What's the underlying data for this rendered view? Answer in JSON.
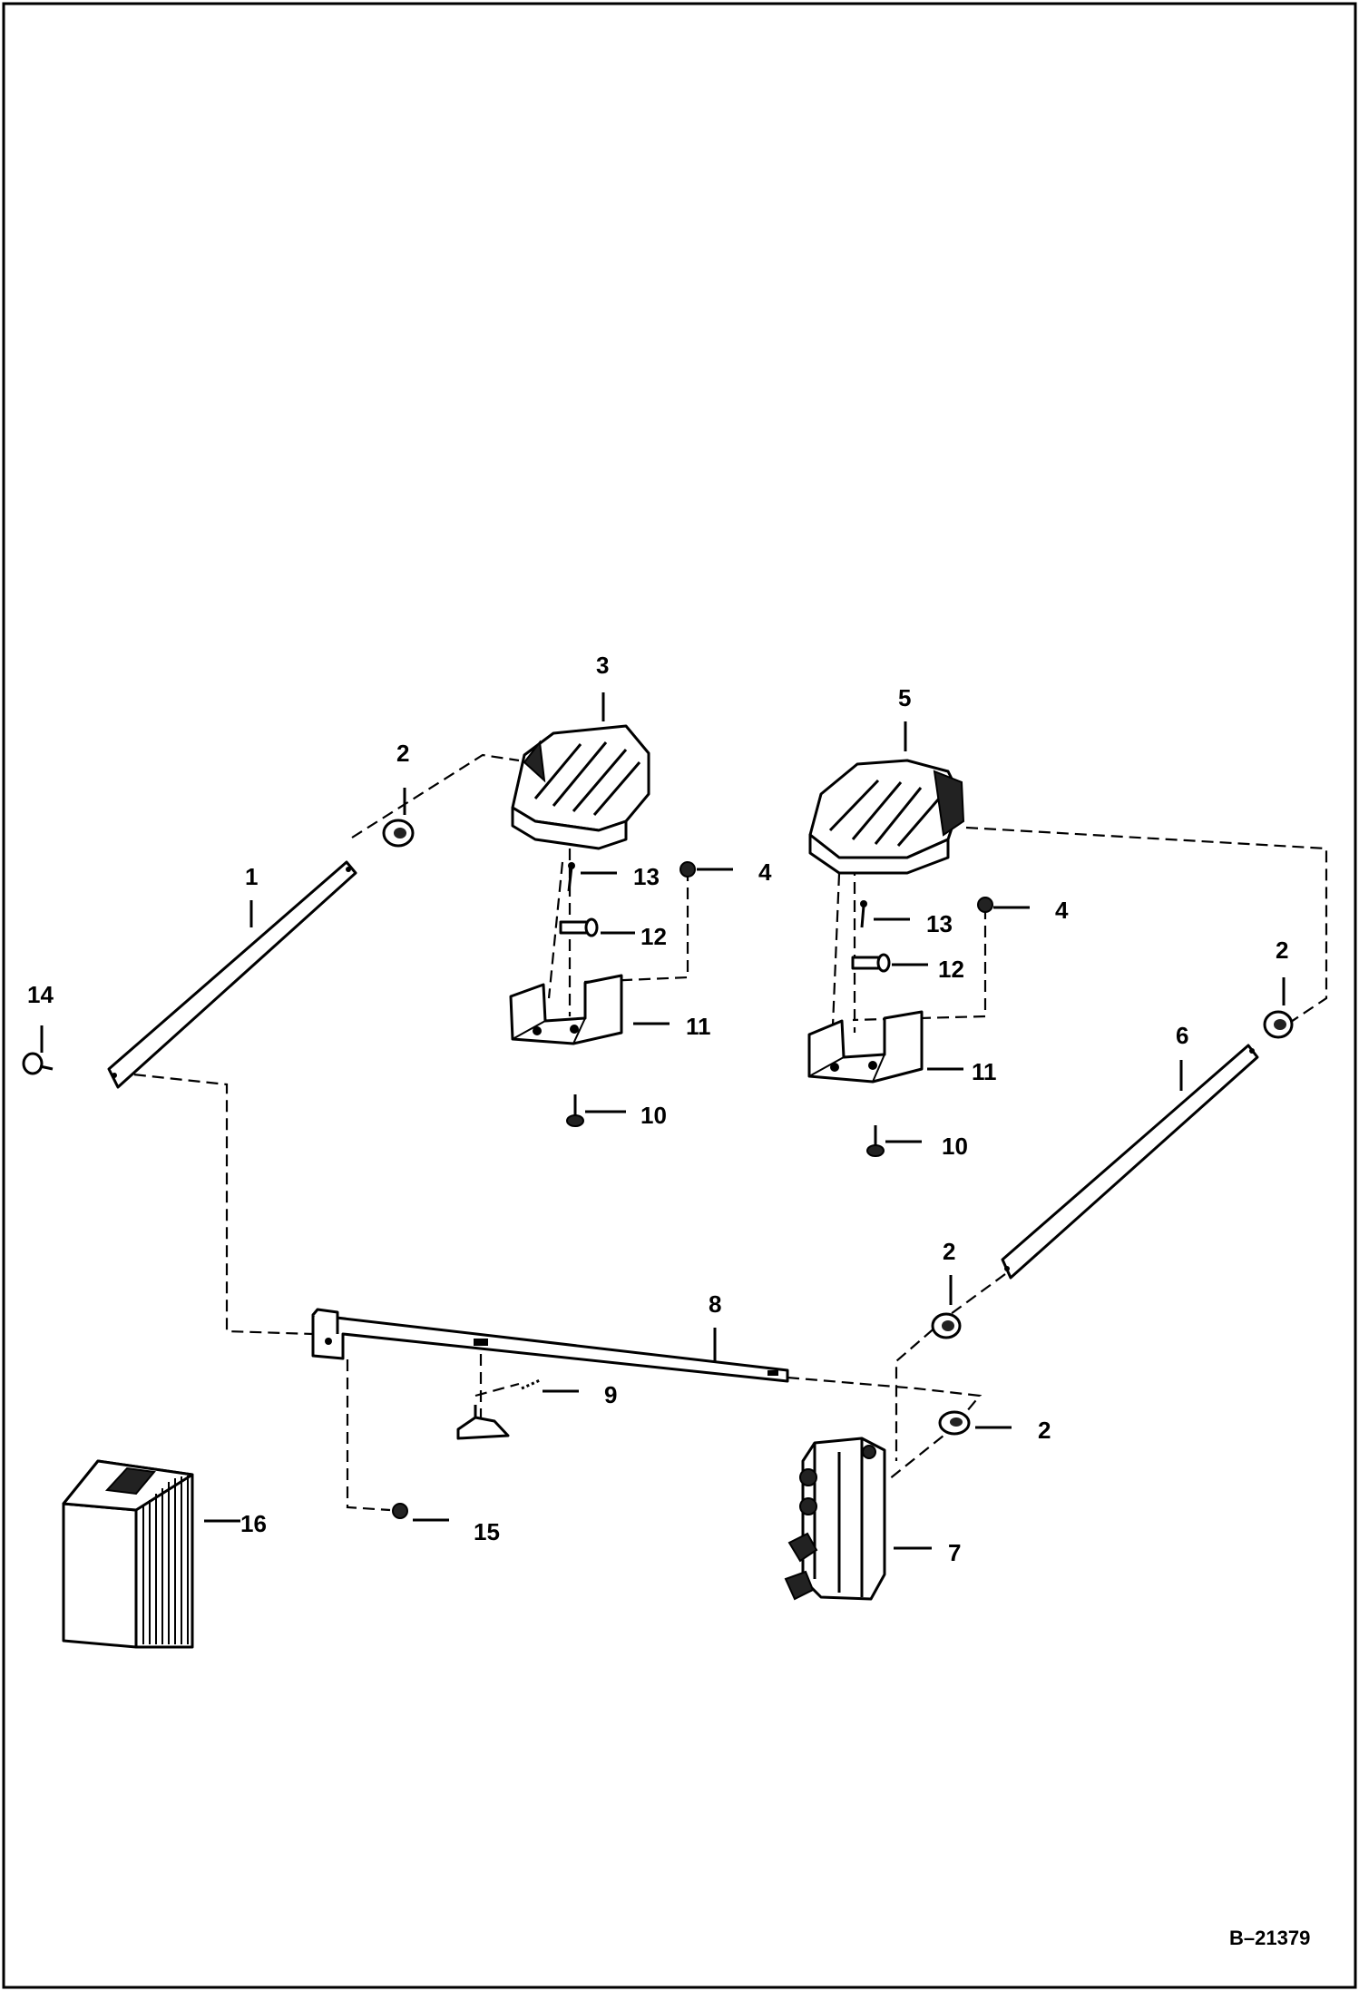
{
  "figure_id": "B–21379",
  "callouts": [
    {
      "id": "c1",
      "label": "1"
    },
    {
      "id": "c2a",
      "label": "2"
    },
    {
      "id": "c2b",
      "label": "2"
    },
    {
      "id": "c2c",
      "label": "2"
    },
    {
      "id": "c2d",
      "label": "2"
    },
    {
      "id": "c3",
      "label": "3"
    },
    {
      "id": "c4a",
      "label": "4"
    },
    {
      "id": "c4b",
      "label": "4"
    },
    {
      "id": "c5",
      "label": "5"
    },
    {
      "id": "c6",
      "label": "6"
    },
    {
      "id": "c7",
      "label": "7"
    },
    {
      "id": "c8",
      "label": "8"
    },
    {
      "id": "c9",
      "label": "9"
    },
    {
      "id": "c10a",
      "label": "10"
    },
    {
      "id": "c10b",
      "label": "10"
    },
    {
      "id": "c11a",
      "label": "11"
    },
    {
      "id": "c11b",
      "label": "11"
    },
    {
      "id": "c12a",
      "label": "12"
    },
    {
      "id": "c12b",
      "label": "12"
    },
    {
      "id": "c13a",
      "label": "13"
    },
    {
      "id": "c13b",
      "label": "13"
    },
    {
      "id": "c14",
      "label": "14"
    },
    {
      "id": "c15",
      "label": "15"
    },
    {
      "id": "c16",
      "label": "16"
    }
  ]
}
